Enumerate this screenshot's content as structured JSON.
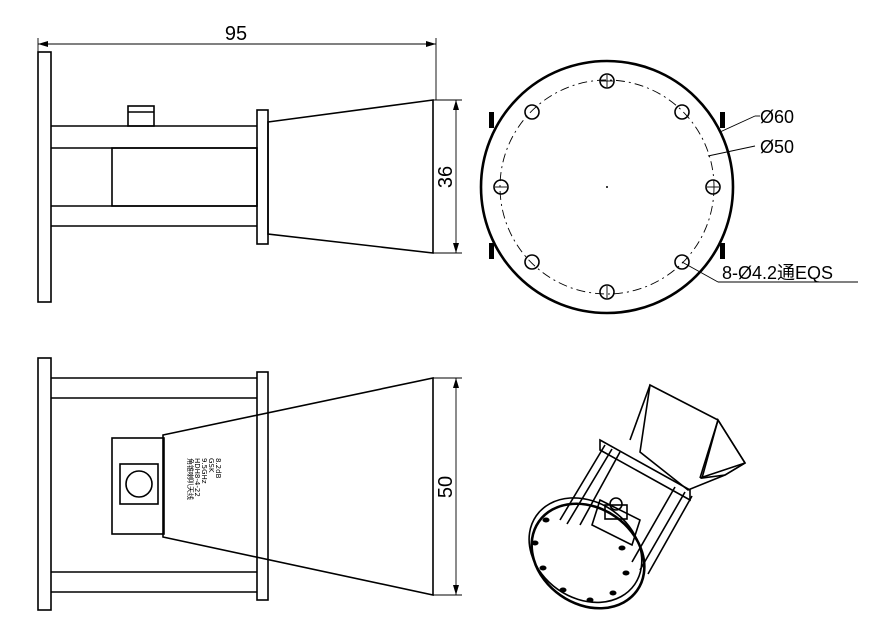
{
  "dimensions": {
    "overall_length": "95",
    "aperture_height": "36",
    "aperture_width": "50",
    "flange_outer_diameter": "Ø60",
    "bolt_circle_diameter": "Ø50",
    "mounting_holes": "8-Ø4.2通EQS"
  },
  "nameplate": {
    "lines": [
      "角锥喇叭天线",
      "HDH8-4-22",
      "9.5GHz",
      "GSK",
      "8.2dB"
    ]
  }
}
